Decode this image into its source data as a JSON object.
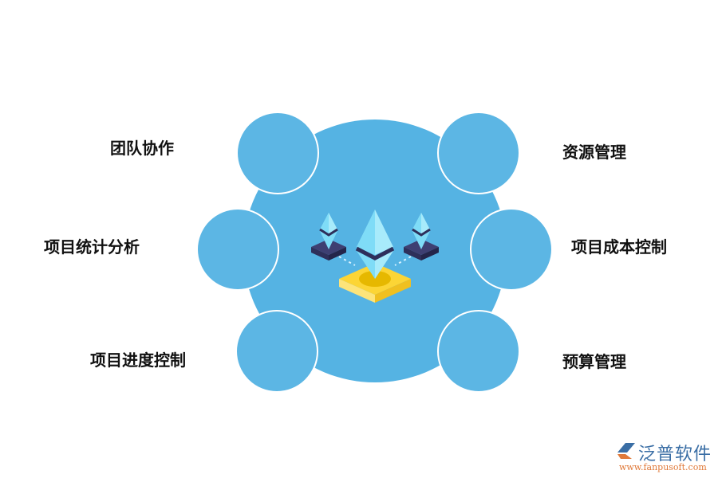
{
  "diagram": {
    "center_icon": "ethereum-crystals-on-platform-icon",
    "nodes": [
      {
        "id": "team",
        "label": "团队协作",
        "side": "left"
      },
      {
        "id": "stats",
        "label": "项目统计分析",
        "side": "left"
      },
      {
        "id": "progress",
        "label": "项目进度控制",
        "side": "left"
      },
      {
        "id": "resource",
        "label": "资源管理",
        "side": "right"
      },
      {
        "id": "cost",
        "label": "项目成本控制",
        "side": "right"
      },
      {
        "id": "budget",
        "label": "预算管理",
        "side": "right"
      }
    ],
    "colors": {
      "main_circle": "#55b3e3",
      "node_circle": "#5cb6e4",
      "platform": "#fcd535",
      "crystal": "#7fdcf7",
      "dark": "#2e2f5a"
    }
  },
  "watermark": {
    "brand": "泛普软件",
    "url": "www.fanpusoft.com"
  }
}
